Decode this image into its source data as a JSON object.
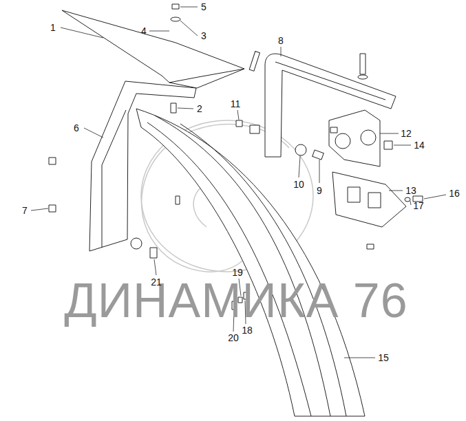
{
  "diagram": {
    "labels": [
      "1",
      "5",
      "4",
      "3",
      "8",
      "2",
      "6",
      "11",
      "12",
      "14",
      "10",
      "9",
      "13",
      "16",
      "7",
      "17",
      "19",
      "20",
      "18",
      "21",
      "15",
      "ДИНАМИКА 76"
    ]
  }
}
